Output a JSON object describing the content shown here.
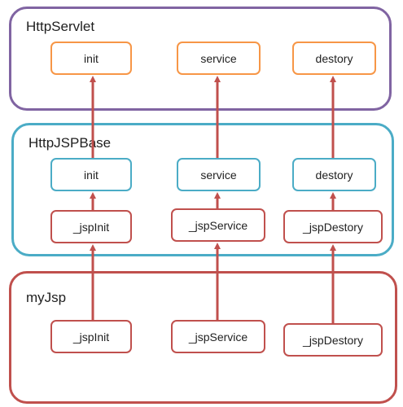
{
  "colors": {
    "httpservlet_border": "#8064A2",
    "httpjspbase_border": "#4BACC6",
    "myjsp_border": "#C0504D",
    "servlet_method_border": "#F79646",
    "base_method_border": "#4BACC6",
    "jsp_method_border": "#C0504D",
    "arrow": "#C0504D"
  },
  "httpservlet": {
    "title": "HttpServlet",
    "methods": [
      "init",
      "service",
      "destory"
    ]
  },
  "httpjspbase": {
    "title": "HttpJSPBase",
    "methods": [
      "init",
      "service",
      "destory"
    ],
    "jsp_methods": [
      "_jspInit",
      "_jspService",
      "_jspDestory"
    ]
  },
  "myjsp": {
    "title": "myJsp",
    "methods": [
      "_jspInit",
      "_jspService",
      "_jspDestory"
    ]
  }
}
